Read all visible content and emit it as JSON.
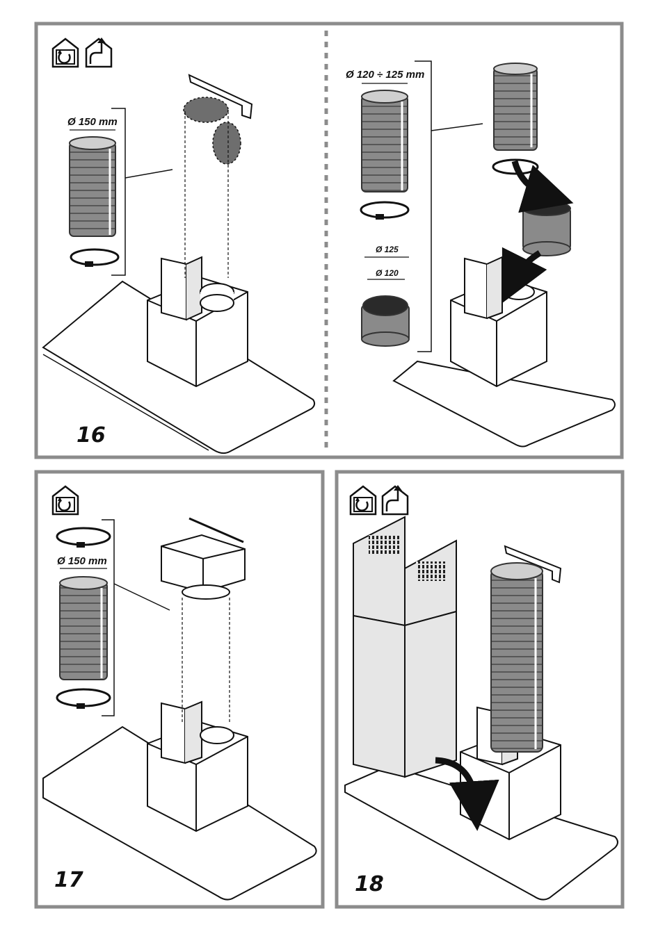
{
  "colors": {
    "frame": "#8c8c8c",
    "hose_fill": "#8a8a8a",
    "hose_rim": "#555555",
    "hood_panel": "#e6e6e6",
    "line": "#1a1a1a",
    "arrow": "#111111",
    "dashed_separator": "#8c8c8c"
  },
  "panels": [
    {
      "id": "panel-16",
      "step_number": "16",
      "mode_icons": [
        "recirculation-house-icon",
        "extraction-house-icon"
      ],
      "labels": {
        "hose_diameter": "Ø 150 mm"
      }
    },
    {
      "id": "panel-16b",
      "step_number": "",
      "mode_icons": [],
      "labels": {
        "hose_diameter": "Ø 120 ÷ 125 mm",
        "adapter_outer": "Ø 125",
        "adapter_inner": "Ø 120"
      }
    },
    {
      "id": "panel-17",
      "step_number": "17",
      "mode_icons": [
        "recirculation-house-icon"
      ],
      "labels": {
        "hose_diameter": "Ø 150 mm"
      }
    },
    {
      "id": "panel-18",
      "step_number": "18",
      "mode_icons": [
        "recirculation-house-icon",
        "extraction-house-icon"
      ],
      "labels": {}
    }
  ]
}
